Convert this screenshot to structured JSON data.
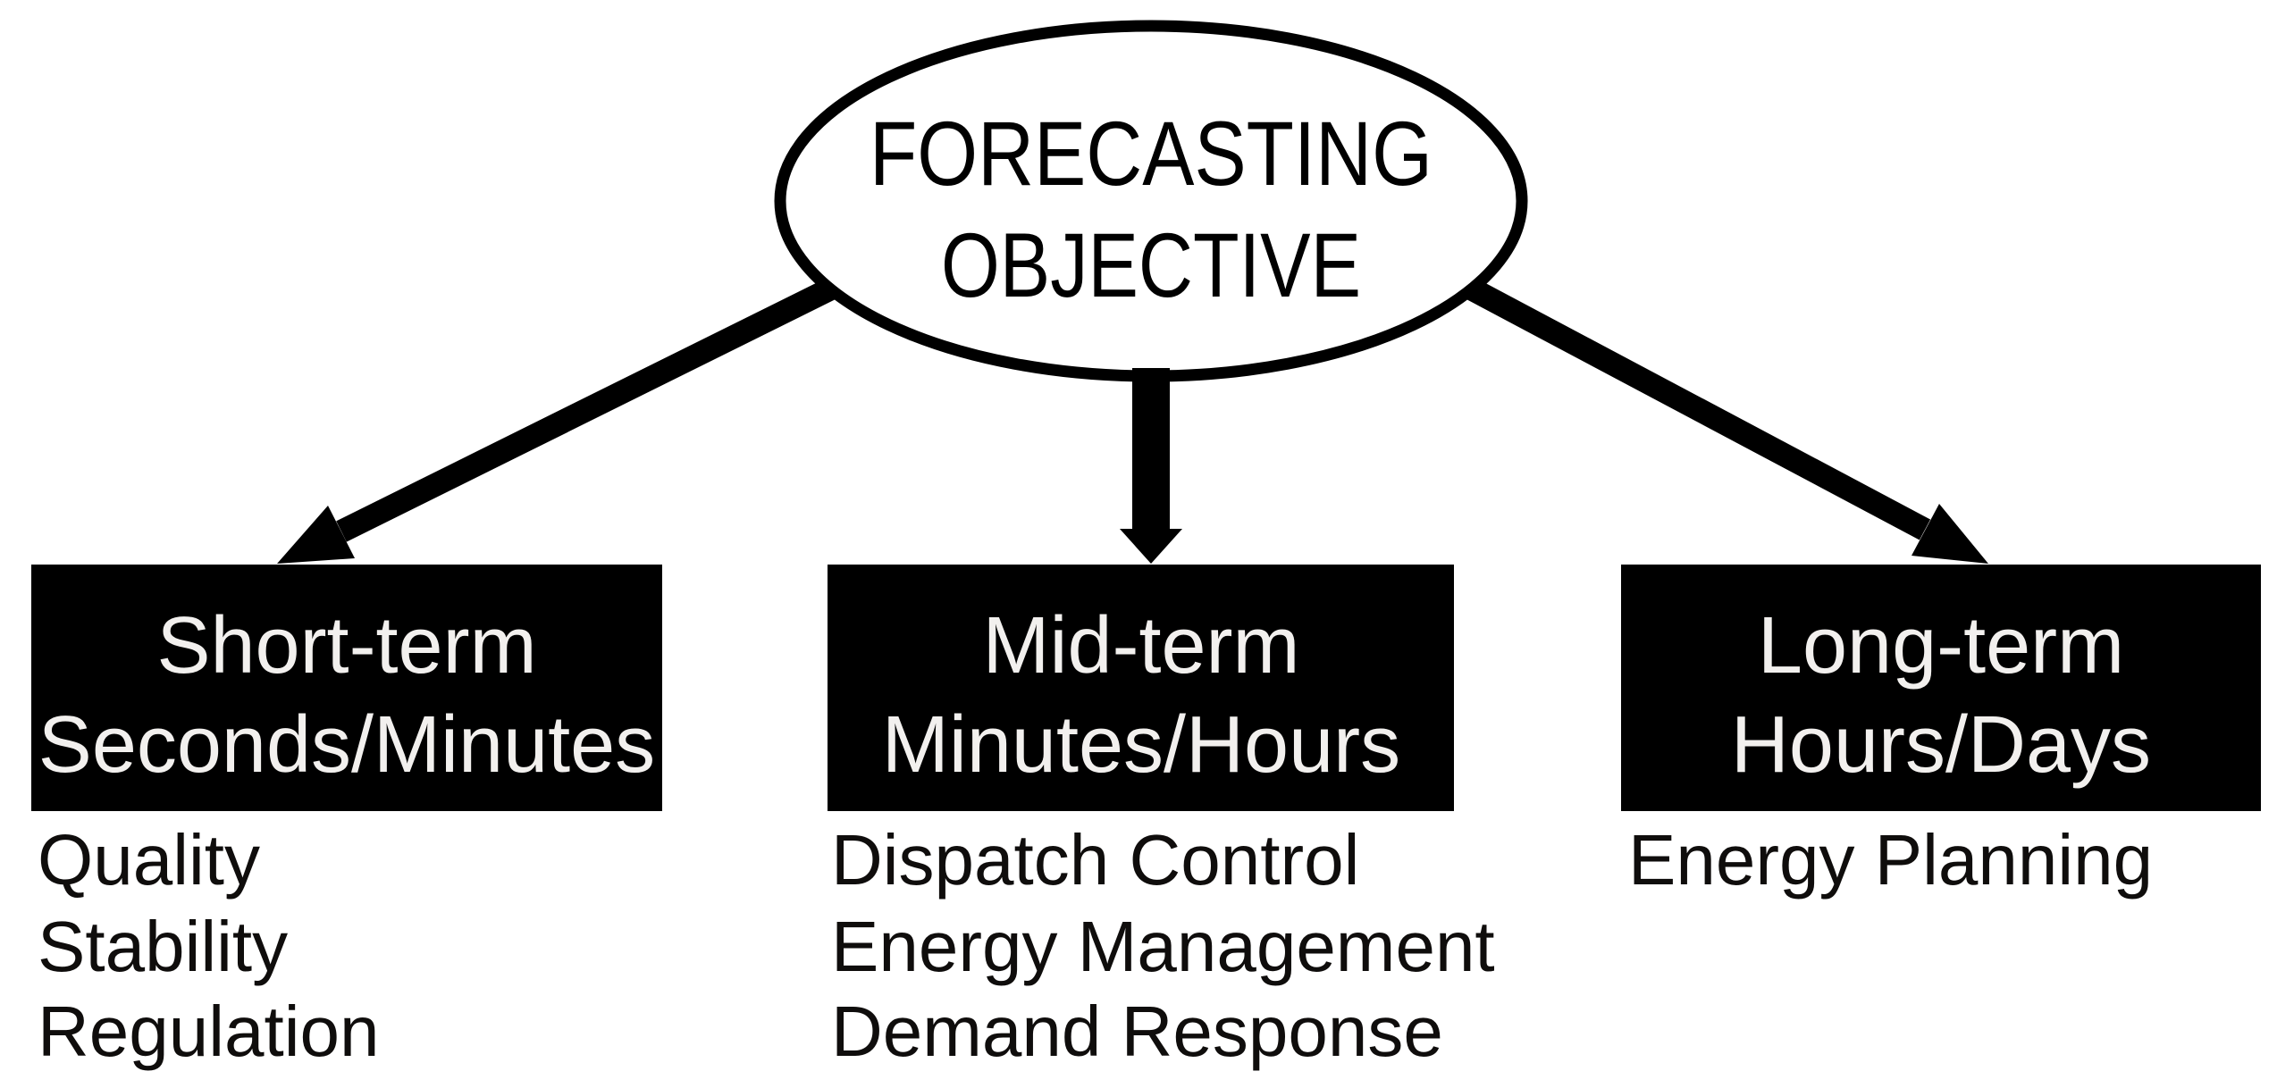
{
  "diagram": {
    "type": "tree",
    "root": {
      "label_line1": "FORECASTING",
      "label_line2": "OBJECTIVE"
    },
    "branches": [
      {
        "id": "short-term",
        "horizon": "Short-term",
        "timescale": "Seconds/Minutes",
        "applications": [
          "Quality",
          "Stability",
          "Regulation"
        ]
      },
      {
        "id": "mid-term",
        "horizon": "Mid-term",
        "timescale": "Minutes/Hours",
        "applications": [
          "Dispatch Control",
          "Energy Management",
          "Demand Response"
        ]
      },
      {
        "id": "long-term",
        "horizon": "Long-term",
        "timescale": "Hours/Days",
        "applications": [
          "Energy Planning"
        ]
      }
    ],
    "colors": {
      "background": "#ffffff",
      "node_fill": "#ffffff",
      "outline": "#000000",
      "box_fill": "#000000",
      "box_text": "#f2f0ee",
      "list_text": "#0f0d0c",
      "arrow": "#000000"
    }
  }
}
